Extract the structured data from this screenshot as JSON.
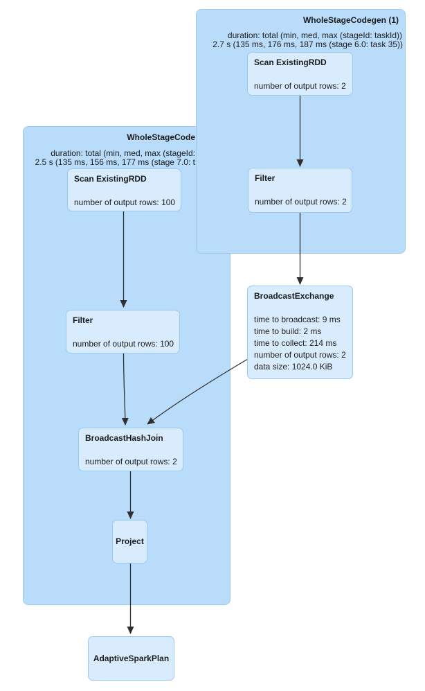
{
  "diagram_type": "spark-sql-query-plan-dag",
  "clusters": {
    "left": {
      "title": "WholeStageCode",
      "duration_header": "duration: total (min, med, max (stageId:",
      "duration_value": "2.5 s (135 ms, 156 ms, 177 ms (stage 7.0: t"
    },
    "right": {
      "title": "WholeStageCodegen (1)",
      "duration_header": "duration: total (min, med, max (stageId: taskId))",
      "duration_value": "2.7 s (135 ms, 176 ms, 187 ms (stage 6.0: task 35))"
    }
  },
  "nodes": {
    "scan_right": {
      "title": "Scan ExistingRDD",
      "metrics": [
        "number of output rows: 2"
      ]
    },
    "filter_right": {
      "title": "Filter",
      "metrics": [
        "number of output rows: 2"
      ]
    },
    "broadcast_exchange": {
      "title": "BroadcastExchange",
      "metrics": [
        "time to broadcast: 9 ms",
        "time to build: 2 ms",
        "time to collect: 214 ms",
        "number of output rows: 2",
        "data size: 1024.0 KiB"
      ]
    },
    "scan_left": {
      "title": "Scan ExistingRDD",
      "metrics": [
        "number of output rows: 100"
      ]
    },
    "filter_left": {
      "title": "Filter",
      "metrics": [
        "number of output rows: 100"
      ]
    },
    "broadcast_hash_join": {
      "title": "BroadcastHashJoin",
      "metrics": [
        "number of output rows: 2"
      ]
    },
    "project": {
      "title": "Project"
    },
    "adaptive_spark_plan": {
      "title": "AdaptiveSparkPlan"
    }
  },
  "edges": [
    {
      "from": "scan_right",
      "to": "filter_right"
    },
    {
      "from": "filter_right",
      "to": "broadcast_exchange"
    },
    {
      "from": "scan_left",
      "to": "filter_left"
    },
    {
      "from": "filter_left",
      "to": "broadcast_hash_join"
    },
    {
      "from": "broadcast_exchange",
      "to": "broadcast_hash_join"
    },
    {
      "from": "broadcast_hash_join",
      "to": "project"
    },
    {
      "from": "project",
      "to": "adaptive_spark_plan"
    }
  ],
  "colors": {
    "cluster_fill": "#b9dcfb",
    "cluster_border": "#9ecbea",
    "node_fill": "#d9ecfd",
    "node_border": "#97cbf2",
    "edge": "#2f2f2f",
    "text": "#1b1b1b",
    "background": "#ffffff"
  }
}
